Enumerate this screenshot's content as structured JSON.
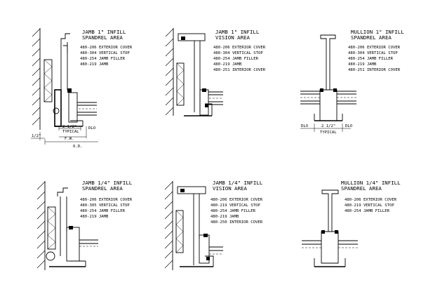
{
  "details": [
    {
      "id": "jamb-1-spandrel",
      "title": [
        "JAMB 1\" INFILL",
        "SPANDREL AREA"
      ],
      "parts": [
        "480-206 EXTERIOR COVER",
        "480-304 VERTICAL STOP",
        "480-254 JAMB FILLER",
        "480-219 JAMB"
      ]
    },
    {
      "id": "jamb-1-vision",
      "title": [
        "JAMB 1\" INFILL",
        "VISION AREA"
      ],
      "parts": [
        "480-206 EXTERIOR COVER",
        "480-304 VERTICAL STOP",
        "480-254 JAMB FILLER",
        "480-219 JAMB",
        "480-251 INTERIOR COVER"
      ]
    },
    {
      "id": "mullion-1-spandrel",
      "title": [
        "MULLION 1\" INFILL",
        "SPANDREL AREA"
      ],
      "parts": [
        "480-206 EXTERIOR COVER",
        "480-304 VERTICAL STOP",
        "480-254 JAMB FILLER",
        "480-219 JAMB",
        "480-251 INTERIOR COVER"
      ]
    },
    {
      "id": "jamb-14-spandrel",
      "title": [
        "JAMB 1/4\" INFILL",
        "SPANDREL AREA"
      ],
      "parts": [
        "480-206 EXTERIOR COVER",
        "480-305 VERTICAL STOP",
        "480-254 JAMB FILLER",
        "480-219 JAMB"
      ]
    },
    {
      "id": "jamb-14-vision",
      "title": [
        "JAMB 1/4\" INFILL",
        "VISION AREA"
      ],
      "parts": [
        "480-206 EXTERIOR COVER",
        "480-219 VERTICAL STOP",
        "480-254 JAMB FILLER",
        "480-219 JAMB",
        "480-250 INTERIOR COVER"
      ]
    },
    {
      "id": "mullion-14-spandrel",
      "title": [
        "MULLION 1/4\" INFILL",
        "SPANDREL AREA"
      ],
      "parts": [
        "480-206 EXTERIOR COVER",
        "480-219 VERTICAL STOP",
        "480-254 JAMB FILLER"
      ]
    }
  ],
  "dimensions": {
    "jamb": {
      "dim_a": "2-1/2\"",
      "typical": "TYPICAL",
      "fw": "F.W.",
      "dlo": "DLO",
      "half": "1/2\"",
      "od": "O.D."
    },
    "mullion": {
      "dlo_left": "DLO",
      "dim": "2 1/2\"",
      "dlo_right": "DLO",
      "typical": "TYPICAL"
    }
  }
}
